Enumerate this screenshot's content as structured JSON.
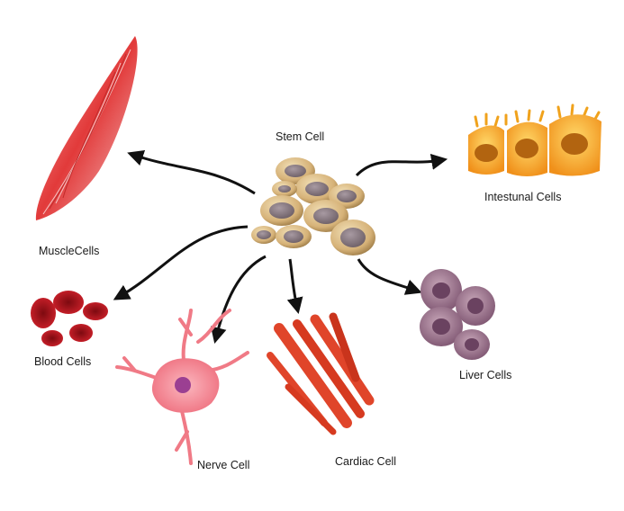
{
  "diagram": {
    "center": {
      "label": "Stem Cell"
    },
    "targets": [
      {
        "id": "muscle",
        "label": "MuscleCells",
        "icon": "muscle-cell-icon"
      },
      {
        "id": "intestinal",
        "label": "Intestunal Cells",
        "icon": "intestinal-cells-icon"
      },
      {
        "id": "blood",
        "label": "Blood Cells",
        "icon": "blood-cells-icon"
      },
      {
        "id": "nerve",
        "label": "Nerve Cell",
        "icon": "nerve-cell-icon"
      },
      {
        "id": "cardiac",
        "label": "Cardiac Cell",
        "icon": "cardiac-cell-icon"
      },
      {
        "id": "liver",
        "label": "Liver Cells",
        "icon": "liver-cells-icon"
      }
    ]
  },
  "colors": {
    "arrow": "#111111",
    "stem_cell_body": "#d7b87f",
    "stem_cell_nucleus": "#8a7a80",
    "muscle": "#e03a3a",
    "intestinal": "#f2a21c",
    "blood": "#c0141e",
    "nerve": "#f07a86",
    "cardiac": "#e0452a",
    "liver": "#9a6f86"
  }
}
